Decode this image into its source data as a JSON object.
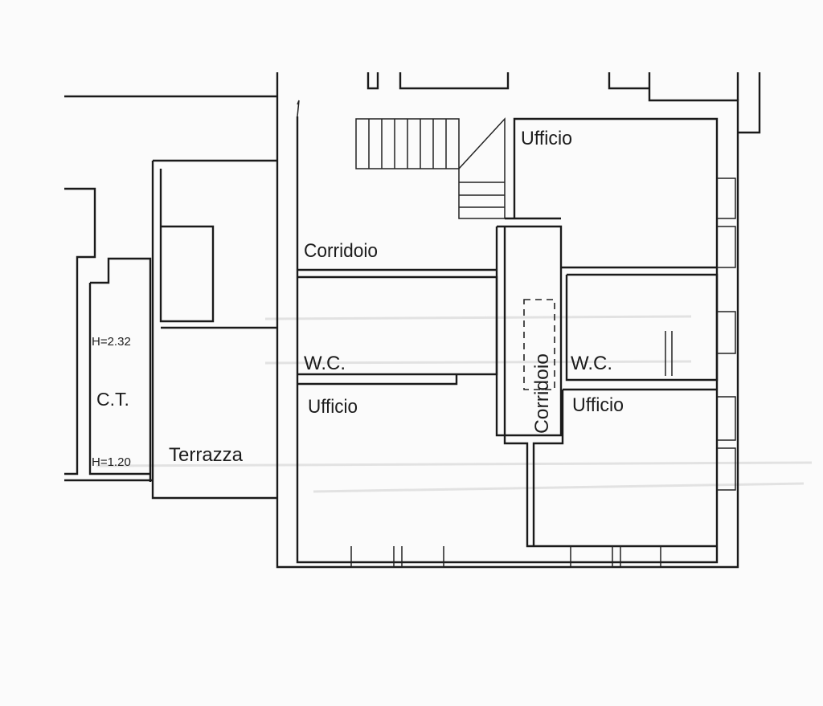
{
  "rooms": [
    {
      "label": "Ufficio"
    },
    {
      "label": "Corridoio"
    },
    {
      "label": "W.C."
    },
    {
      "label": "Corridoio"
    },
    {
      "label": "W.C."
    },
    {
      "label": "Ufficio"
    },
    {
      "label": "Ufficio"
    },
    {
      "label": "Terrazza"
    },
    {
      "label": "C.T."
    }
  ],
  "heights": {
    "top": "H=2.32",
    "bottom": "H=1.20"
  }
}
